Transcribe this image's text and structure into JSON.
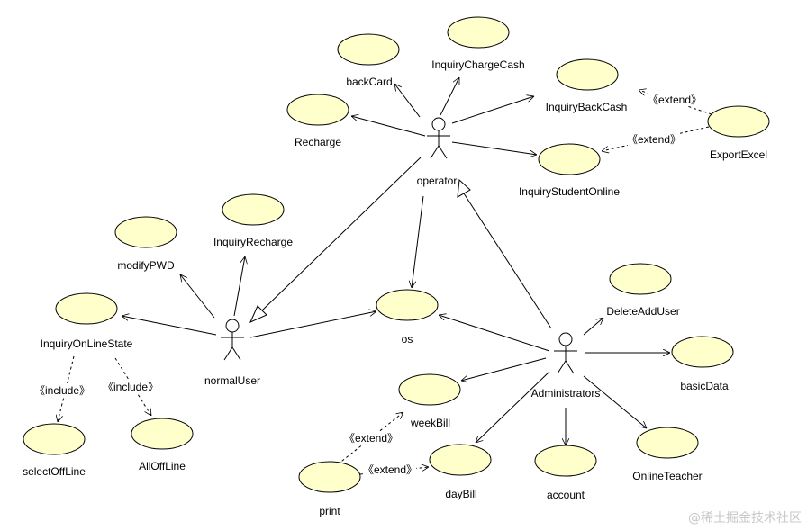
{
  "actors": {
    "operator": "operator",
    "normalUser": "normalUser",
    "administrators": "Administrators"
  },
  "use_cases": {
    "backCard": "backCard",
    "inquiryChargeCash": "InquiryChargeCash",
    "inquiryBackCash": "InquiryBackCash",
    "recharge": "Recharge",
    "inquiryStudentOnline": "InquiryStudentOnline",
    "exportExcel": "ExportExcel",
    "inquiryRecharge": "InquiryRecharge",
    "modifyPWD": "modifyPWD",
    "inquiryOnLineState": "InquiryOnLineState",
    "selectOffLine": "selectOffLine",
    "allOffLine": "AllOffLine",
    "os": "os",
    "deleteAddUser": "DeleteAddUser",
    "basicData": "basicData",
    "weekBill": "weekBill",
    "dayBill": "dayBill",
    "account": "account",
    "onlineTeacher": "OnlineTeacher",
    "print": "print"
  },
  "relationships": {
    "extend": "《extend》",
    "include": "《include》"
  },
  "watermark": "@稀土掘金技术社区"
}
